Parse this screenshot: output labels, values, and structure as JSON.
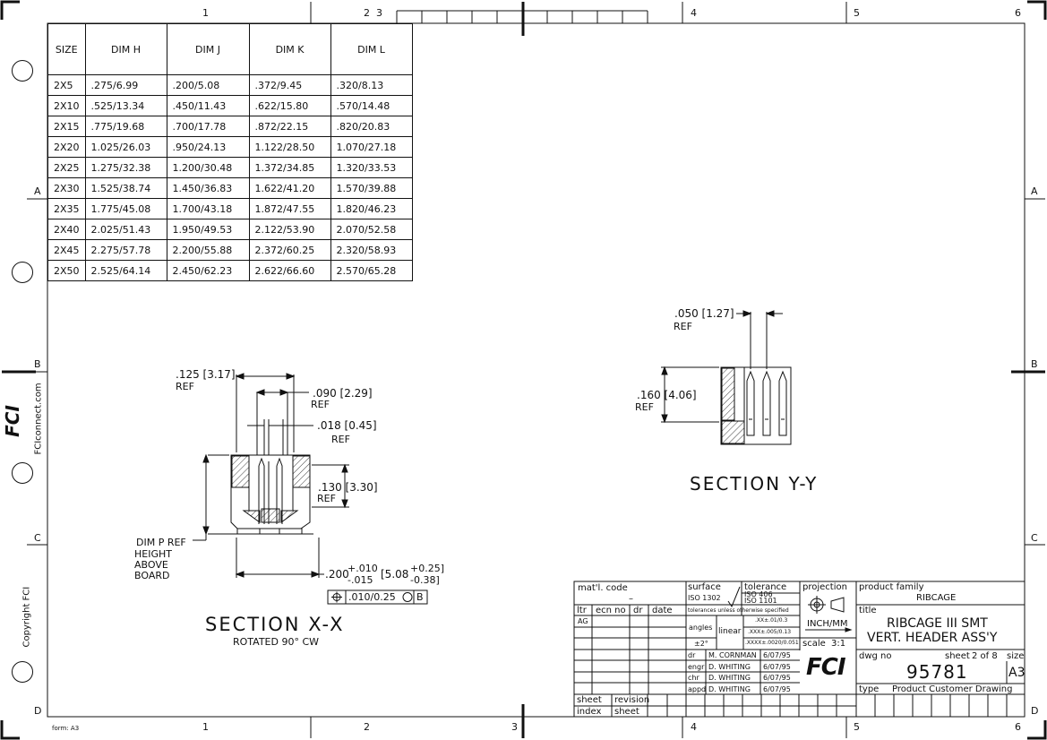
{
  "zones_top": [
    "1",
    "2",
    "3",
    "4",
    "5",
    "6"
  ],
  "zones_side": [
    "A",
    "B",
    "C",
    "D"
  ],
  "form_label": "form: A3",
  "table": {
    "headers": [
      "SIZE",
      "DIM H",
      "DIM J",
      "DIM K",
      "DIM L"
    ],
    "rows": [
      [
        "2X5",
        ".275/6.99",
        ".200/5.08",
        ".372/9.45",
        ".320/8.13"
      ],
      [
        "2X10",
        ".525/13.34",
        ".450/11.43",
        ".622/15.80",
        ".570/14.48"
      ],
      [
        "2X15",
        ".775/19.68",
        ".700/17.78",
        ".872/22.15",
        ".820/20.83"
      ],
      [
        "2X20",
        "1.025/26.03",
        ".950/24.13",
        "1.122/28.50",
        "1.070/27.18"
      ],
      [
        "2X25",
        "1.275/32.38",
        "1.200/30.48",
        "1.372/34.85",
        "1.320/33.53"
      ],
      [
        "2X30",
        "1.525/38.74",
        "1.450/36.83",
        "1.622/41.20",
        "1.570/39.88"
      ],
      [
        "2X35",
        "1.775/45.08",
        "1.700/43.18",
        "1.872/47.55",
        "1.820/46.23"
      ],
      [
        "2X40",
        "2.025/51.43",
        "1.950/49.53",
        "2.122/53.90",
        "2.070/52.58"
      ],
      [
        "2X45",
        "2.275/57.78",
        "2.200/55.88",
        "2.372/60.25",
        "2.320/58.93"
      ],
      [
        "2X50",
        "2.525/64.14",
        "2.450/62.23",
        "2.622/66.60",
        "2.570/65.28"
      ]
    ]
  },
  "side_brand": {
    "logo": "FCI",
    "url": "FCIconnect.com",
    "copyright": "Copyright FCI"
  },
  "section_xx": {
    "title": "SECTION X-X",
    "subtitle": "ROTATED 90° CW",
    "dim_125": ".125 [3.17]",
    "dim_125_ref": "REF",
    "dim_090": ".090 [2.29]",
    "dim_090_ref": "REF",
    "dim_018": ".018 [0.45]",
    "dim_018_ref": "REF",
    "dim_130": ".130 [3.30]",
    "dim_130_ref": "REF",
    "dim_p_1": "DIM P REF",
    "dim_p_2": "HEIGHT",
    "dim_p_3": "ABOVE",
    "dim_p_4": "BOARD",
    "dim_200": ".200",
    "tol_plus": "+.010",
    "tol_minus": "-.015",
    "dim_508": "[5.08",
    "tol_mm_plus": "+0.25]",
    "tol_mm_minus": "-0.38]",
    "gdt_value": ".010/0.25",
    "gdt_datum": "B"
  },
  "section_yy": {
    "title": "SECTION Y-Y",
    "dim_050": ".050 [1.27]",
    "dim_050_ref": "REF",
    "dim_160": ".160 [4.06]",
    "dim_160_ref": "REF"
  },
  "title_block": {
    "matl_code_label": "mat'l. code",
    "matl_code_value": "–",
    "surface_label": "surface",
    "surface_std": "ISO 1302",
    "tolerance_label": "tolerance",
    "tolerance_std1": "ISO 406",
    "tolerance_std2": "ISO 1101",
    "tol_note": "tolerances unless otherwise specified",
    "projection_label": "projection",
    "product_family_label": "product family",
    "product_family_value": "RIBCAGE",
    "rev_headers": [
      "ltr",
      "ecn no",
      "dr",
      "date"
    ],
    "rev_ltr": "AG",
    "angles_label": "angles",
    "angles_value": "±2°",
    "linear_label": "linear",
    "tol_xx": ".XX±.01/0.3",
    "tol_xxx": ".XXX±.005/0.13",
    "tol_xxxx": ".XXXX±.0020/0.051",
    "units": "INCH/MM",
    "scale_label": "scale",
    "scale_value": "3:1",
    "title_label": "title",
    "title_line1": "RIBCAGE III SMT",
    "title_line2": "VERT. HEADER ASS'Y",
    "approvals": [
      {
        "role": "dr",
        "name": "M. CORNMAN",
        "date": "6/07/95"
      },
      {
        "role": "engr",
        "name": "D. WHITING",
        "date": "6/07/95"
      },
      {
        "role": "chr",
        "name": "D. WHITING",
        "date": "6/07/95"
      },
      {
        "role": "appd",
        "name": "D. WHITING",
        "date": "6/07/95"
      }
    ],
    "logo": "FCI",
    "dwg_no_label": "dwg no",
    "sheet_label": "sheet",
    "sheet_value": "2 of 8",
    "size_label": "size",
    "dwg_no_value": "95781",
    "size_value": "A3",
    "type_label": "type",
    "type_value": "Product Customer Drawing",
    "sheet_index_1": "sheet",
    "sheet_index_2": "index",
    "revision_1": "revision",
    "revision_2": "sheet"
  }
}
